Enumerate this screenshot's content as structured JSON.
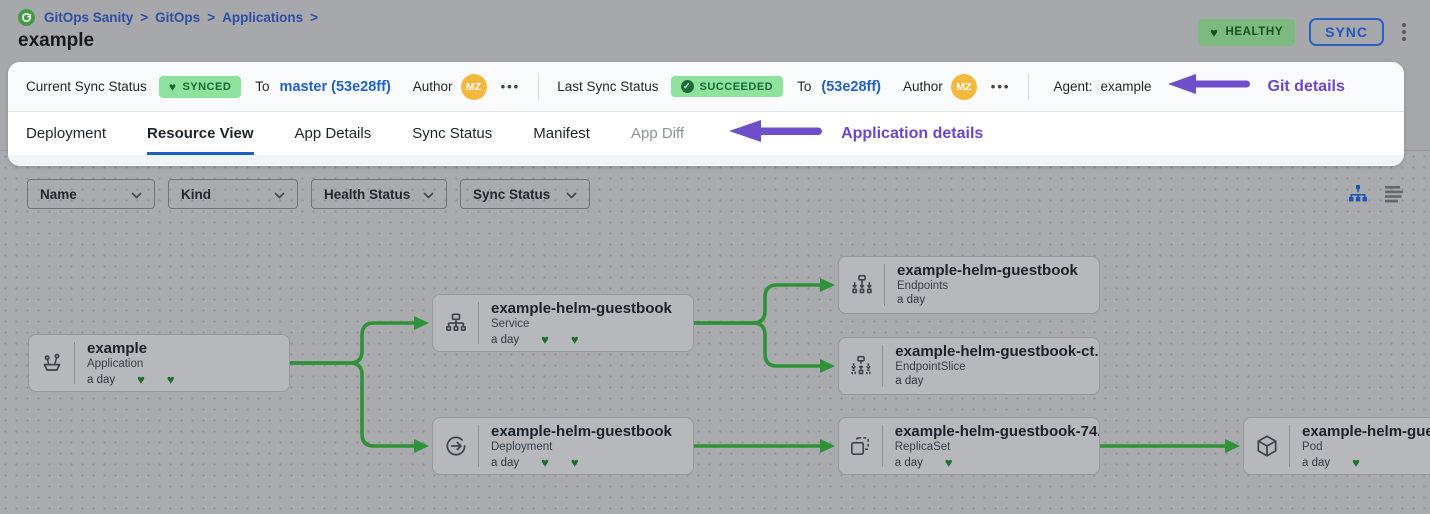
{
  "header": {
    "breadcrumb": [
      {
        "label": "GitOps Sanity"
      },
      {
        "label": "GitOps"
      },
      {
        "label": "Applications"
      }
    ],
    "breadcrumb_separator": ">",
    "title": "example",
    "health_badge": "HEALTHY",
    "sync_button": "SYNC"
  },
  "status_bar": {
    "current": {
      "label": "Current Sync Status",
      "badge": "SYNCED",
      "to_label": "To",
      "revision": "master (53e28ff)",
      "author_label": "Author",
      "avatar": "MZ",
      "more": "•••"
    },
    "last": {
      "label": "Last Sync Status",
      "badge": "SUCCEEDED",
      "to_label": "To",
      "revision": "(53e28ff)",
      "author_label": "Author",
      "avatar": "MZ",
      "more": "•••"
    },
    "agent_label": "Agent:",
    "agent_value": "example",
    "annotation": "Git details"
  },
  "tabs": {
    "items": [
      {
        "label": "Deployment"
      },
      {
        "label": "Resource View",
        "active": true
      },
      {
        "label": "App Details"
      },
      {
        "label": "Sync Status"
      },
      {
        "label": "Manifest"
      },
      {
        "label": "App Diff",
        "disabled": true
      }
    ],
    "annotation": "Application details"
  },
  "filters": {
    "items": [
      {
        "label": "Name"
      },
      {
        "label": "Kind"
      },
      {
        "label": "Health Status"
      },
      {
        "label": "Sync Status"
      }
    ]
  },
  "view_toggles": {
    "tree_icon": "tree-view-icon",
    "list_icon": "list-view-icon"
  },
  "canvas": {
    "nodes": [
      {
        "title": "example",
        "kind": "Application",
        "age": "a day",
        "hearts": 2,
        "icon": "application-icon"
      },
      {
        "title": "example-helm-guestbook",
        "kind": "Service",
        "age": "a day",
        "hearts": 2,
        "icon": "service-icon"
      },
      {
        "title": "example-helm-guestbook",
        "kind": "Endpoints",
        "age": "a day",
        "hearts": 0,
        "icon": "endpoints-icon"
      },
      {
        "title": "example-helm-guestbook-ct...",
        "kind": "EndpointSlice",
        "age": "a day",
        "hearts": 0,
        "icon": "endpointslice-icon"
      },
      {
        "title": "example-helm-guestbook",
        "kind": "Deployment",
        "age": "a day",
        "hearts": 2,
        "icon": "deployment-icon"
      },
      {
        "title": "example-helm-guestbook-74...",
        "kind": "ReplicaSet",
        "age": "a day",
        "hearts": 1,
        "icon": "replicaset-icon"
      },
      {
        "title": "example-helm-guest",
        "kind": "Pod",
        "age": "a day",
        "hearts": 1,
        "icon": "pod-icon"
      }
    ]
  },
  "icons": {
    "heart": "♥",
    "check": "✓",
    "logo": "gitops-logo-icon"
  },
  "colors": {
    "annotation_purple": "#6b46c8",
    "edge_green": "#2f9138",
    "accent_blue": "#1b5fc7",
    "badge_green_bg": "#8fe29d",
    "badge_green_text": "#156b33",
    "healthy_bg": "#7cba80",
    "avatar_yellow": "#f2b93e",
    "canvas_gray": "#a9abae",
    "node_gray": "#b6b8bb"
  }
}
